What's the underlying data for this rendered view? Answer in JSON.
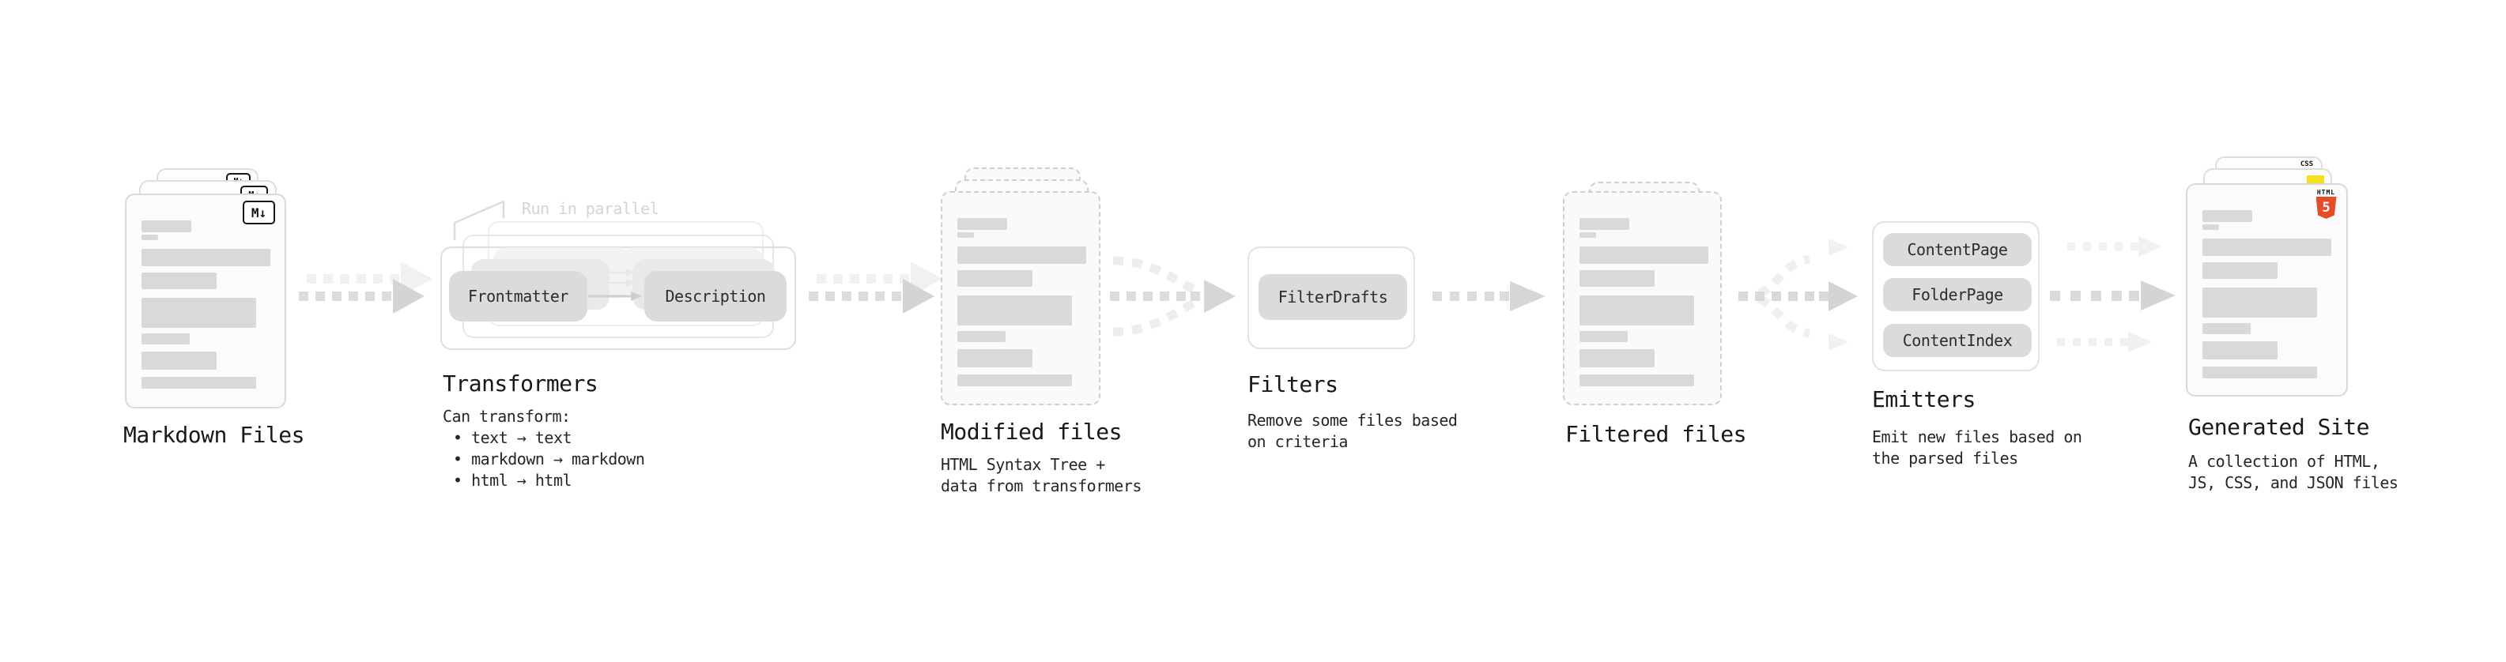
{
  "colors": {
    "html5_orange": "#e44d26",
    "js_yellow": "#f7df1e",
    "css_blue": "#2d6fe3",
    "skeleton_gray": "#d9d9d9"
  },
  "stages": {
    "markdown": {
      "label": "Markdown Files",
      "file_icon": "M↓"
    },
    "transformers": {
      "label": "Transformers",
      "note": "Run in parallel",
      "pill_left": "Frontmatter",
      "pill_right": "Description",
      "desc": [
        "Can transform:",
        "• text → text",
        "• markdown → markdown",
        "• html → html"
      ]
    },
    "modified": {
      "label": "Modified files",
      "desc": [
        "HTML Syntax Tree +",
        "data from transformers"
      ]
    },
    "filters": {
      "label": "Filters",
      "pill": "FilterDrafts",
      "desc": [
        "Remove some files based",
        "on criteria"
      ]
    },
    "filtered": {
      "label": "Filtered files"
    },
    "emitters": {
      "label": "Emitters",
      "pills": [
        "ContentPage",
        "FolderPage",
        "ContentIndex"
      ],
      "desc": [
        "Emit new files based on",
        "the parsed files"
      ]
    },
    "generated": {
      "label": "Generated Site",
      "badges": {
        "css": "CSS",
        "html_word": "HTML",
        "html_num": "5"
      },
      "desc": [
        "A collection of HTML,",
        "JS, CSS, and JSON files"
      ]
    }
  }
}
